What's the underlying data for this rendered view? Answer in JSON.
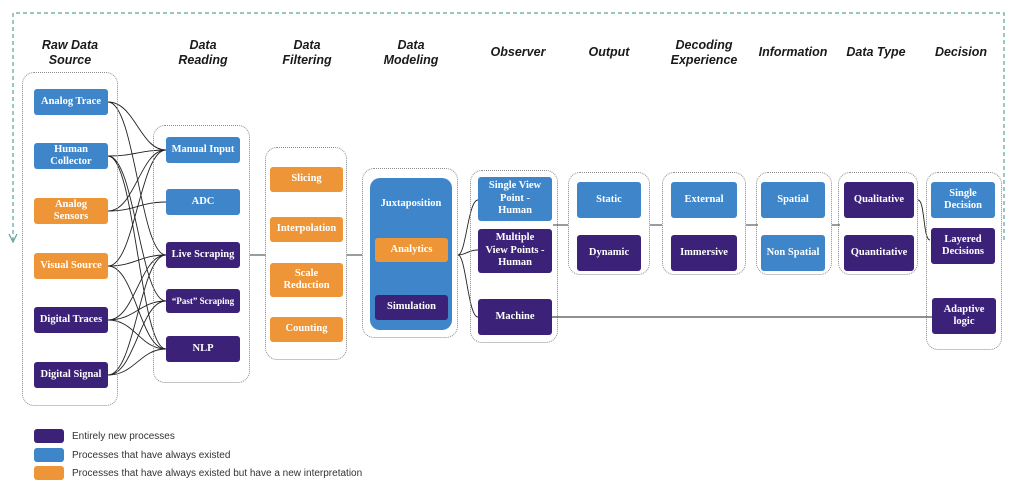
{
  "headers": {
    "raw": "Raw Data\nSource",
    "reading": "Data\nReading",
    "filtering": "Data\nFiltering",
    "modeling": "Data\nModeling",
    "observer": "Observer",
    "output": "Output",
    "decoding": "Decoding\nExperience",
    "information": "Information",
    "datatype": "Data Type",
    "decision": "Decision"
  },
  "nodes": {
    "analog_trace": "Analog Trace",
    "human_collector": "Human\nCollector",
    "analog_sensors": "Analog\nSensors",
    "visual_source": "Visual Source",
    "digital_traces": "Digital Traces",
    "digital_signal": "Digital Signal",
    "manual_input": "Manual Input",
    "adc": "ADC",
    "live_scraping": "Live Scraping",
    "past_scraping": "“Past” Scraping",
    "nlp": "NLP",
    "slicing": "Slicing",
    "interpolation": "Interpolation",
    "scale_reduction": "Scale\nReduction",
    "counting": "Counting",
    "juxtaposition": "Juxtaposition",
    "analytics": "Analytics",
    "simulation": "Simulation",
    "single_view": "Single View\nPoint -\nHuman",
    "multiple_view": "Multiple\nView Points -\nHuman",
    "machine": "Machine",
    "static": "Static",
    "dynamic": "Dynamic",
    "external": "External",
    "immersive": "Immersive",
    "spatial": "Spatial",
    "non_spatial": "Non Spatial",
    "qualitative": "Qualitative",
    "quantitative": "Quantitative",
    "single_decision": "Single\nDecision",
    "layered_decisions": "Layered\nDecisions",
    "adaptive_logic": "Adaptive\nlogic"
  },
  "legend": {
    "new": "Entirely new processes",
    "existed": "Processes that have always existed",
    "reinterpreted": "Processes that have always existed but have a new interpretation"
  },
  "colors": {
    "new": "#3b2177",
    "existed": "#3e86c9",
    "reinterpreted": "#ee9637",
    "feedback_loop": "#5aa39a"
  }
}
